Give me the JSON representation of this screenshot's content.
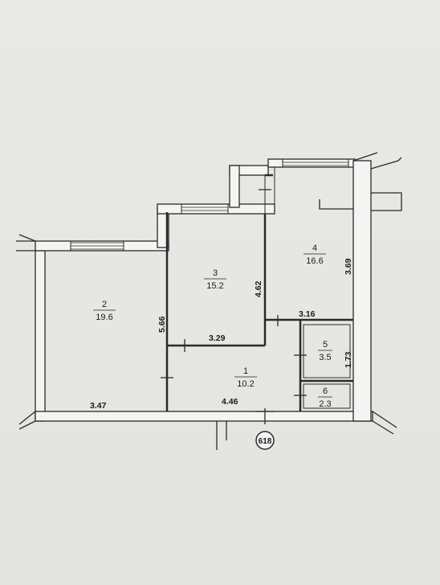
{
  "plan": {
    "rooms": [
      {
        "id": "room-1",
        "number": "1",
        "area": "10.2"
      },
      {
        "id": "room-2",
        "number": "2",
        "area": "19.6"
      },
      {
        "id": "room-3",
        "number": "3",
        "area": "15.2"
      },
      {
        "id": "room-4",
        "number": "4",
        "area": "16.6"
      },
      {
        "id": "room-5",
        "number": "5",
        "area": "3.5"
      },
      {
        "id": "room-6",
        "number": "6",
        "area": "2.3"
      }
    ],
    "dimensions": {
      "d347": "3.47",
      "d446": "4.46",
      "d566": "5.66",
      "d329": "3.29",
      "d462": "4.62",
      "d369": "3.69",
      "d316": "3.16",
      "d173": "1.73"
    },
    "entrance_marker": "618"
  },
  "colors": {
    "paper": "#e6e6e3",
    "wall": "#2a2a2a",
    "wall_fill": "#f4f4f2"
  }
}
